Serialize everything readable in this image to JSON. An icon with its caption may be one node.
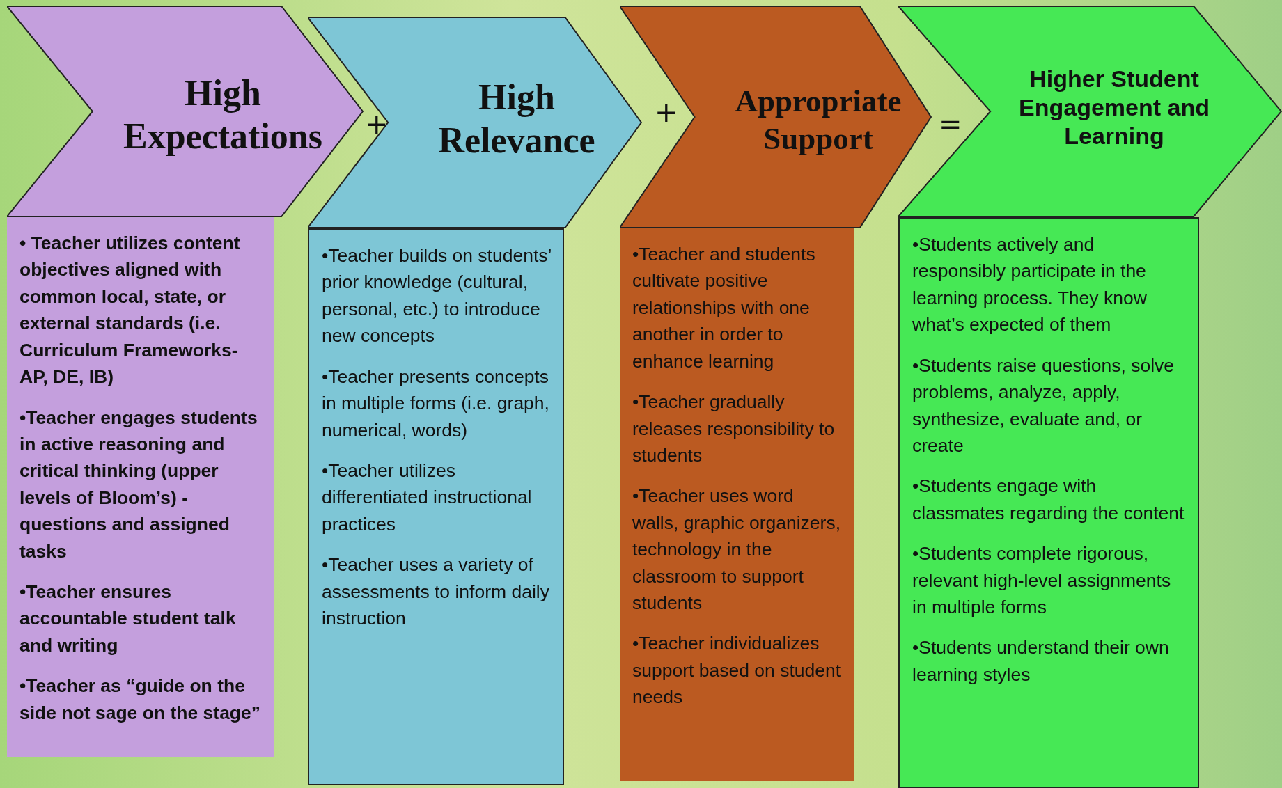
{
  "diagram": {
    "nodes": [
      {
        "text": [
          "High Expectations"
        ]
      },
      {
        "text": [
          "• Teacher utilizes content objectives aligned with common local, state, or external standards (i.e. Curriculum Frameworks- AP, DE, IB)",
          "•Teacher engages students in active reasoning and critical thinking (upper levels of Bloom’s) - questions and assigned tasks",
          "•Teacher ensures accountable student talk and writing",
          "•Teacher as “guide on the side not sage on the stage”"
        ]
      },
      {
        "text": [
          "High Relevance"
        ]
      },
      {
        "text": [
          "•Teacher builds on students’ prior knowledge (cultural, personal, etc.) to introduce new concepts",
          "•Teacher presents concepts in multiple forms (i.e. graph, numerical, words)",
          "•Teacher utilizes differentiated instructional practices",
          "•Teacher uses a variety of assessments to inform daily instruction"
        ]
      },
      {
        "text": [
          "Appropriate Support"
        ]
      },
      {
        "text": [
          "•Teacher and students cultivate positive relationships with one another in order to enhance learning",
          "•Teacher gradually releases responsibility to students",
          "•Teacher uses word walls, graphic organizers, technology in the classroom to support students",
          "•Teacher individualizes support based on student needs"
        ]
      },
      {
        "text": [
          "Higher Student Engagement and Learning"
        ]
      },
      {
        "text": [
          "•Students actively and responsibly participate in the learning process. They know what’s expected of them",
          "•Students raise questions, solve problems, analyze, apply, synthesize, evaluate and, or create",
          "•Students engage with classmates regarding the content",
          "•Students complete rigorous, relevant high-level assignments in multiple forms",
          "•Students understand their own learning styles"
        ]
      }
    ],
    "labels": [
      "+",
      "+",
      "="
    ]
  }
}
